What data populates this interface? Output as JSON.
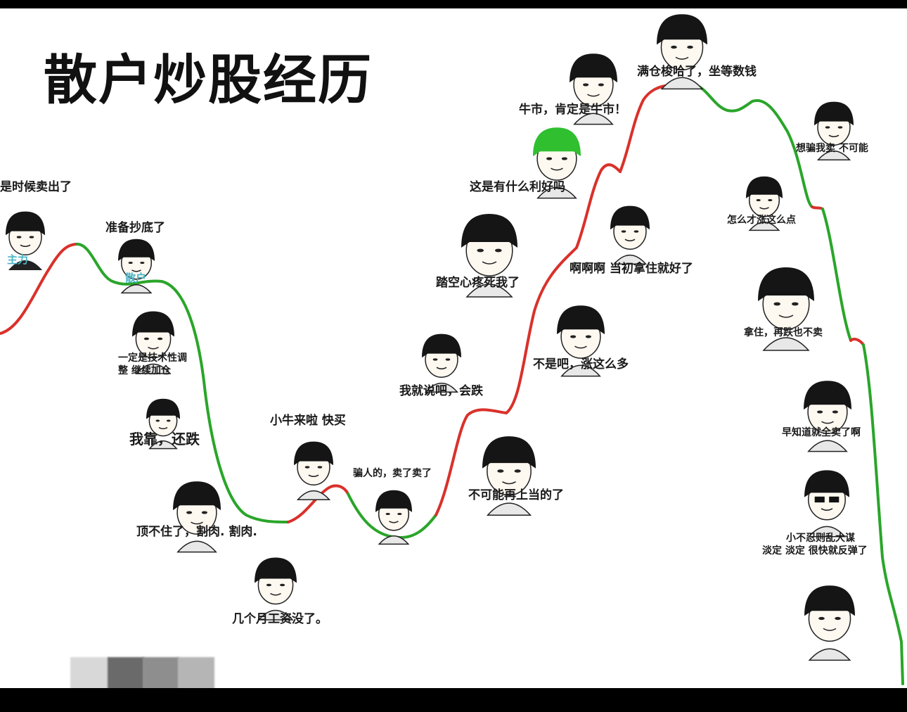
{
  "title": "散户炒股经历",
  "labels": {
    "main_force": "主力",
    "retail": "散户"
  },
  "captions": {
    "sell_time": "是时候卖出了",
    "bottom_fish": "准备抄底了",
    "technical_adj_line1": "一定是技术性调",
    "technical_adj_line2": "整  继续加仓",
    "still_falling": "我靠，还跌",
    "cut_loss": "顶不住了，割肉. 割肉.",
    "months_salary": "几个月工资没了。",
    "small_bull": "小牛来啦  快买",
    "cheater": "骗人的，卖了卖了",
    "told_you": "我就说吧，会跌",
    "never_again": "不可能再上当的了",
    "missed": "踏空心疼死我了",
    "no_way": "不是吧，涨这么多",
    "good_news": "这是有什么利好吗",
    "bull_market": "牛市，肯定是牛市！",
    "should_held": "啊啊啊  当初拿住就好了",
    "full_position": "满仓梭哈了，坐等数钱",
    "trick_me": "想骗我卖  不可能",
    "rise_small": "怎么才涨这么点",
    "hold_on": "拿住，再跌也不卖",
    "knew_sell": "早知道就全卖了啊",
    "patience_line1": "小不忍则乱大谋",
    "patience_line2": "淡定  淡定  很快就反弹了"
  },
  "colors": {
    "rise": "#d9312b",
    "fall": "#2aa52a",
    "helmet": "#2fbf2f",
    "tag": "#49b6c6"
  }
}
